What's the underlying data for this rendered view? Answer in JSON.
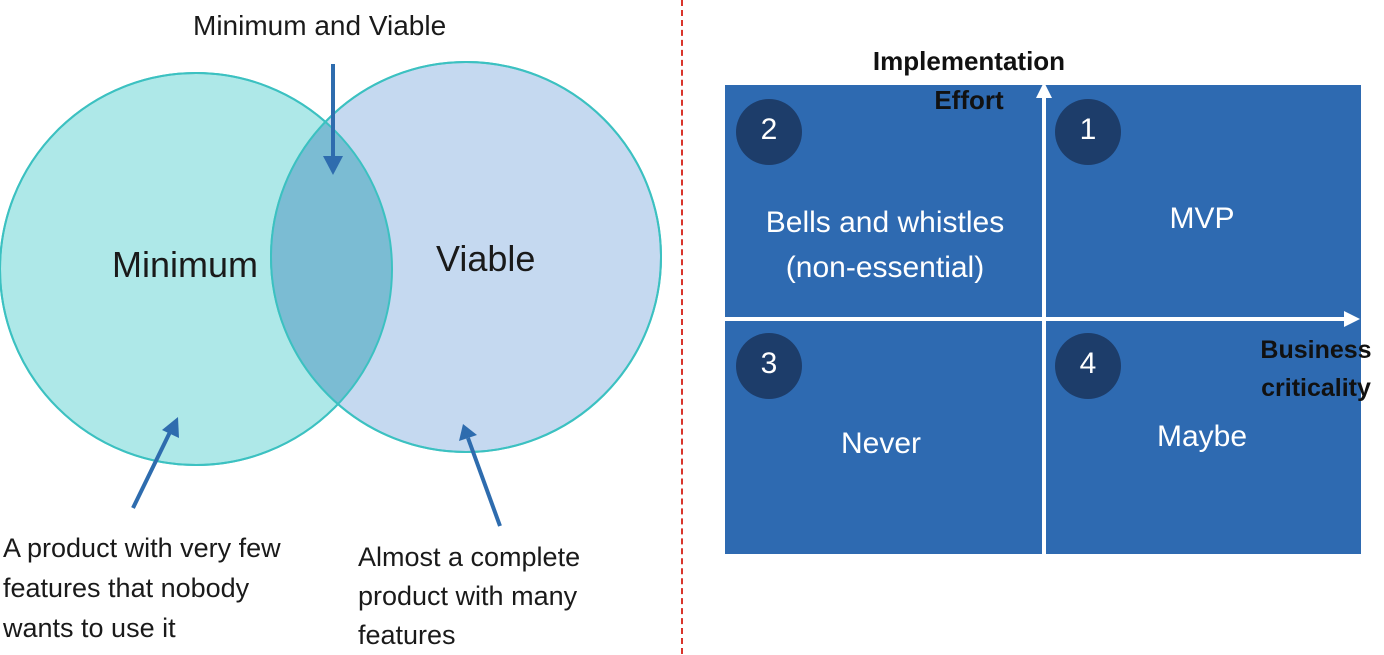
{
  "venn": {
    "top_label": "Minimum and Viable",
    "left_label": "Minimum",
    "right_label": "Viable",
    "left_desc": [
      "A product with very few",
      "features that nobody",
      "wants to use it"
    ],
    "right_desc": [
      "Almost a complete",
      "product with many",
      "features"
    ]
  },
  "matrix": {
    "y_axis_label": [
      "Implementation",
      "Effort"
    ],
    "x_axis_label": [
      "Business",
      "criticality"
    ],
    "quadrants": [
      {
        "number": "2",
        "text": [
          "Bells and whistles",
          "(non-essential)"
        ]
      },
      {
        "number": "1",
        "text": [
          "MVP"
        ]
      },
      {
        "number": "3",
        "text": [
          "Never"
        ]
      },
      {
        "number": "4",
        "text": [
          "Maybe"
        ]
      }
    ]
  },
  "colors": {
    "left_circle": "#aee8e8",
    "right_circle": "#c5d9f0",
    "overlap": "#7bbcd3",
    "circle_stroke": "#3cc1c1",
    "arrow": "#2e6cae",
    "divider": "#d9342b",
    "matrix_fill": "#2e6ab1",
    "number_badge": "#1d3d6a",
    "axis": "#ffffff"
  }
}
